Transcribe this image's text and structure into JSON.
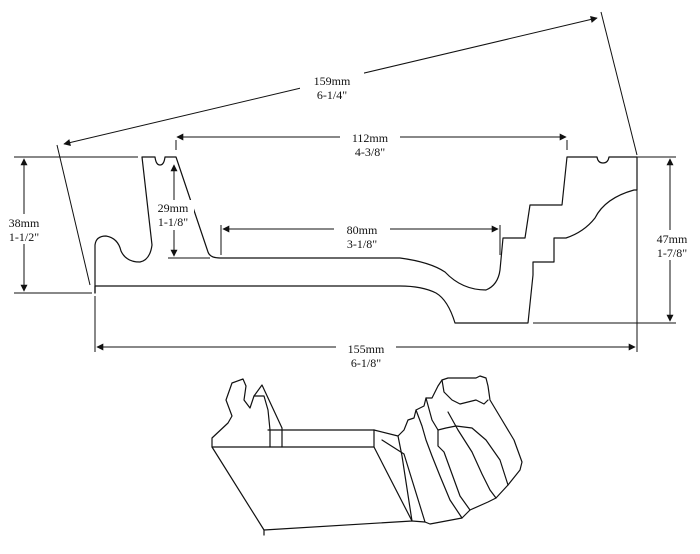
{
  "dimensions": {
    "diagonal": {
      "metric": "159mm",
      "imperial": "6-1/4\""
    },
    "top_width": {
      "metric": "112mm",
      "imperial": "4-3/8\""
    },
    "left_height": {
      "metric": "38mm",
      "imperial": "1-1/2\""
    },
    "lip_height": {
      "metric": "29mm",
      "imperial": "1-1/8\""
    },
    "inner_width": {
      "metric": "80mm",
      "imperial": "3-1/8\""
    },
    "right_height": {
      "metric": "47mm",
      "imperial": "1-7/8\""
    },
    "bottom_width": {
      "metric": "155mm",
      "imperial": "6-1/8\""
    }
  }
}
